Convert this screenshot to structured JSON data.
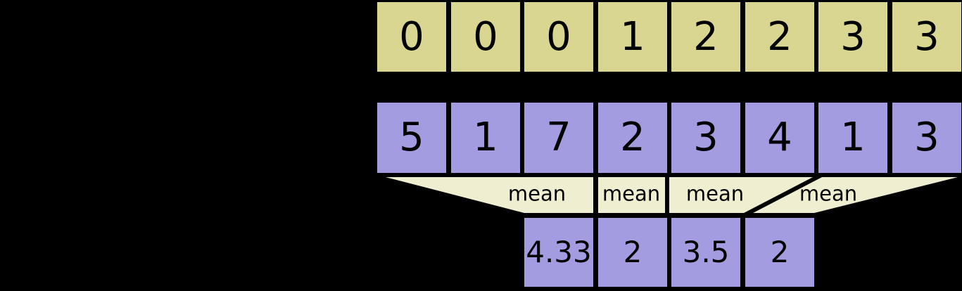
{
  "colors": {
    "background": "#000000",
    "segment_cell": "#d8d690",
    "data_cell": "#a39ce1",
    "funnel": "#f0eed0",
    "cell_text": "#000000",
    "funnel_text": "#000000"
  },
  "segment_ids": {
    "values": [
      "0",
      "0",
      "0",
      "1",
      "2",
      "2",
      "3",
      "3"
    ]
  },
  "data_row": {
    "values": [
      "5",
      "1",
      "7",
      "2",
      "3",
      "4",
      "1",
      "3"
    ]
  },
  "operations": {
    "labels": [
      "mean",
      "mean",
      "mean",
      "mean"
    ]
  },
  "output_row": {
    "values": [
      "4.33",
      "2",
      "3.5",
      "2"
    ]
  }
}
